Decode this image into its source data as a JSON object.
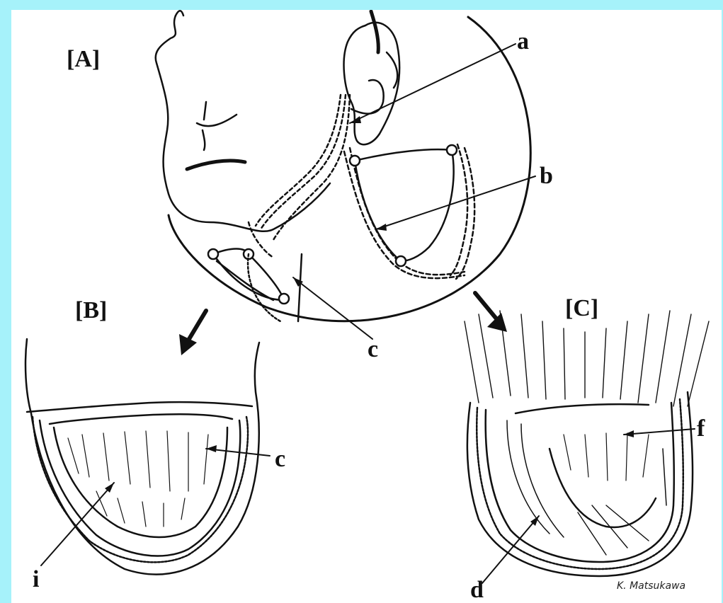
{
  "panels": {
    "a": "[A]",
    "b": "[B]",
    "c": "[C]"
  },
  "labels": {
    "a": "a",
    "b": "b",
    "c_top": "c",
    "c_right": "c",
    "d": "d",
    "f": "f",
    "i": "i"
  },
  "signature": "K. Matsukawa"
}
